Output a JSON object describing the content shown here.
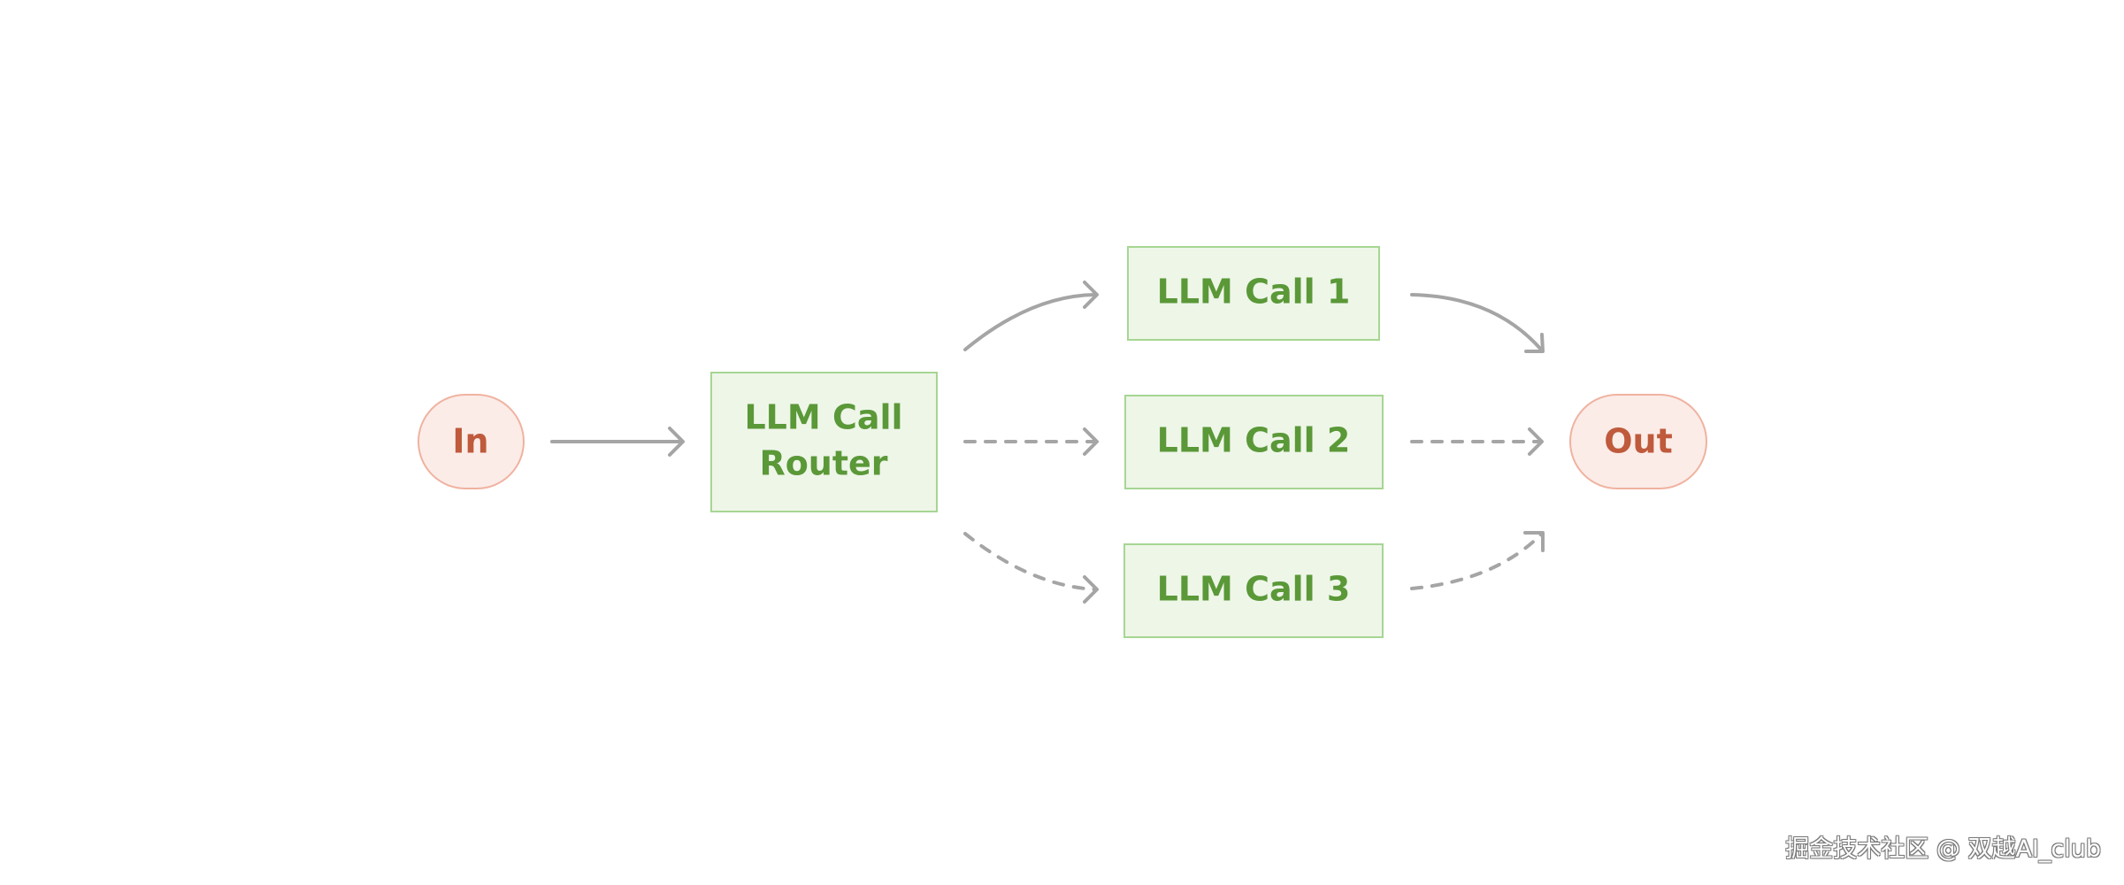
{
  "diagram": {
    "nodes": {
      "input": {
        "label": "In"
      },
      "router": {
        "label_line1": "LLM Call",
        "label_line2": "Router"
      },
      "call1": {
        "label": "LLM Call 1"
      },
      "call2": {
        "label": "LLM Call 2"
      },
      "call3": {
        "label": "LLM Call 3"
      },
      "output": {
        "label": "Out"
      }
    },
    "edges": [
      {
        "from": "In",
        "to": "LLM Call Router",
        "style": "solid"
      },
      {
        "from": "LLM Call Router",
        "to": "LLM Call 1",
        "style": "solid"
      },
      {
        "from": "LLM Call Router",
        "to": "LLM Call 2",
        "style": "dashed"
      },
      {
        "from": "LLM Call Router",
        "to": "LLM Call 3",
        "style": "dashed"
      },
      {
        "from": "LLM Call 1",
        "to": "Out",
        "style": "solid"
      },
      {
        "from": "LLM Call 2",
        "to": "Out",
        "style": "dashed"
      },
      {
        "from": "LLM Call 3",
        "to": "Out",
        "style": "dashed"
      }
    ],
    "colors": {
      "terminal_fill": "#fbece8",
      "terminal_stroke": "#f0b2a0",
      "terminal_text": "#bf5a3c",
      "llm_fill": "#eef6e8",
      "llm_stroke": "#a6d693",
      "llm_text": "#5a9838",
      "arrow": "#a5a5a5"
    }
  },
  "watermark": {
    "text": "掘金技术社区 @ 双越AI_club"
  }
}
